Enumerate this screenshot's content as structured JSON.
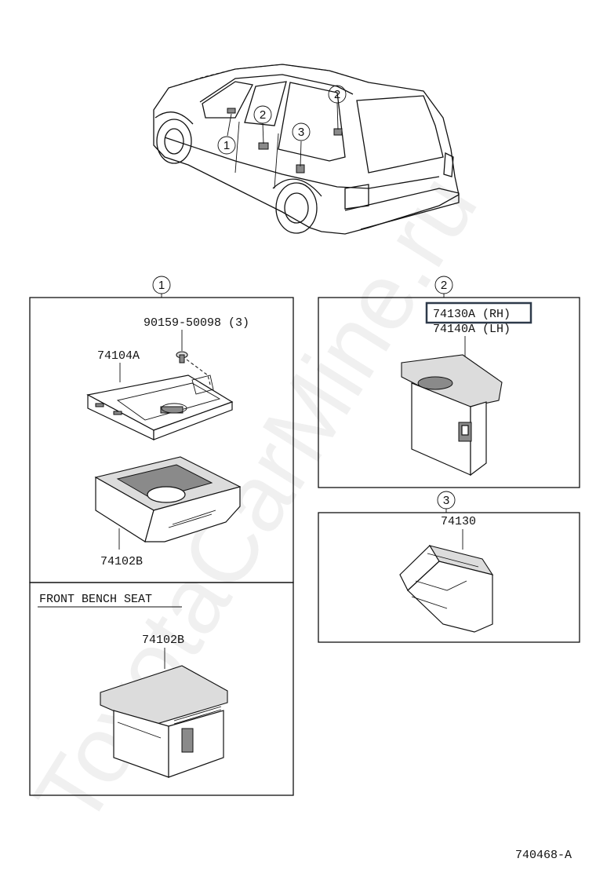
{
  "callouts": {
    "top_1": "1",
    "top_2a": "2",
    "top_2b": "2",
    "top_3": "3",
    "section_1": "1",
    "section_2": "2",
    "section_3": "3"
  },
  "section1": {
    "bolt_part": "90159-50098 (3)",
    "bracket_part": "74104A",
    "ashtray_part": "74102B",
    "sub_title": "FRONT BENCH SEAT",
    "bench_ashtray_part": "74102B"
  },
  "section2": {
    "highlight_part": "74130A (RH)",
    "second_part": "74140A (LH)",
    "highlight_color": "#2e3a4a"
  },
  "section3": {
    "part": "74130"
  },
  "diagram_code": "740468-A",
  "watermark": "ToyotaCarMine.ru"
}
